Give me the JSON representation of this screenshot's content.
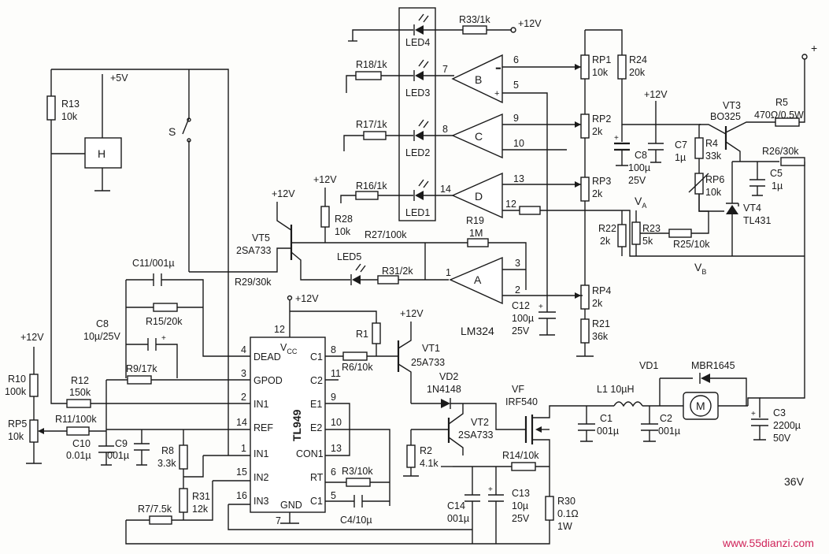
{
  "labels": {
    "r33": "R33/1k",
    "v12_top": "+12V",
    "led4": "LED4",
    "r18": "R18/1k",
    "led3": "LED3",
    "comp_b": "B",
    "pin7": "7",
    "pin6": "6",
    "pin5": "5",
    "r17": "R17/1k",
    "led2": "LED2",
    "comp_c": "C",
    "pin8": "8",
    "pin9": "9",
    "pin10": "10",
    "r16": "R16/1k",
    "led1": "LED1",
    "comp_d": "D",
    "pin14": "14",
    "pin13": "13",
    "pin12": "12",
    "rp1": "RP1",
    "rp1v": "10k",
    "r24": "R24",
    "r24v": "20k",
    "rp2": "RP2",
    "rp2v": "2k",
    "rp3": "RP3",
    "rp3v": "2k",
    "r22": "R22",
    "r22v": "2k",
    "r23": "R23",
    "r23v": "5k",
    "r25": "R25/10k",
    "va": "V",
    "va_sub": "A",
    "vb": "V",
    "vb_sub": "B",
    "v12_c8": "+12V",
    "c8": "C8",
    "c8v": "100µ",
    "c8v2": "25V",
    "c7": "C7",
    "c7v": "1µ",
    "r4": "R4",
    "r4v": "33k",
    "rp6": "RP6",
    "rp6v": "10k",
    "vt3": "VT3",
    "vt3v": "BO325",
    "r5": "R5",
    "r5v": "470Ω/0.5W",
    "r26": "R26/30k",
    "c5": "C5",
    "c5v": "1µ",
    "vt4": "VT4",
    "vt4v": "TL431",
    "r13": "R13",
    "r13v": "10k",
    "v5": "+5V",
    "hall": "H",
    "sw": "S",
    "v12_vt5": "+12V",
    "v12_r28": "+12V",
    "r28": "R28",
    "r28v": "10k",
    "vt5": "VT5",
    "vt5v": "2SA733",
    "r27": "R27/100k",
    "r19": "R19",
    "r19v": "1M",
    "led5": "LED5",
    "r31a": "R31/2k",
    "comp_a": "A",
    "pin1": "1",
    "pin3": "3",
    "pin2": "2",
    "r29": "R29/30k",
    "c11": "C11/001µ",
    "r15": "R15/20k",
    "c8b": "C8",
    "c8bv": "10µ/25V",
    "c12": "C12",
    "c12v": "100µ",
    "c12v2": "25V",
    "lm324": "LM324",
    "rp4": "RP4",
    "rp4v": "2k",
    "r21": "R21",
    "r21v": "36k",
    "v12_tl": "+12V",
    "tl949": "TL949",
    "vcc": "V",
    "vcc_sub": "CC",
    "p_dead": "DEAD",
    "p_gpod": "GPOD",
    "p_in1a": "IN1",
    "p_ref": "REF",
    "p_in1b": "IN1",
    "p_in2": "IN2",
    "p_in3": "IN3",
    "p_gnd": "GND",
    "p_c1a": "C1",
    "p_c2": "C2",
    "p_e1": "E1",
    "p_e2": "E2",
    "p_con1": "CON1",
    "p_rt": "RT",
    "p_c1b": "C1",
    "n12": "12",
    "n4": "4",
    "n3": "3",
    "n2": "2",
    "n14": "14",
    "n1": "1",
    "n15": "15",
    "n16": "16",
    "n7": "7",
    "n8": "8",
    "n11": "11",
    "n9": "9",
    "n10": "10",
    "n13": "13",
    "n6": "6",
    "n5": "5",
    "r1": "R1",
    "r6": "R6/10k",
    "r3": "R3/10k",
    "c4": "C4/10µ",
    "v12_vt1": "+12V",
    "vt1": "VT1",
    "vt1v": "25A733",
    "vd2": "VD2",
    "vd2v": "1N4148",
    "vt2": "VT2",
    "vt2v": "2SA733",
    "r2": "R2",
    "r2v": "4.1k",
    "vf": "VF",
    "vfv": "IRF540",
    "l1": "L1 10µH",
    "c1": "C1",
    "c1v": "001µ",
    "c2": "C2",
    "c2v": "001µ",
    "vd1": "VD1",
    "vd1v": "MBR1645",
    "motor": "M",
    "c3": "C3",
    "c3v": "2200µ",
    "c3v2": "50V",
    "r14": "R14/10k",
    "c14": "C14",
    "c14v": "001µ",
    "c13": "C13",
    "c13v": "10µ",
    "c13v2": "25V",
    "r30": "R30",
    "r30v": "0.1Ω",
    "r30v2": "1W",
    "v12_left": "+12V",
    "r10": "R10",
    "r10v": "100k",
    "rp5": "RP5",
    "rp5v": "10k",
    "r12": "R12",
    "r12v": "150k",
    "r9": "R9/17k",
    "r11": "R11/100k",
    "c10": "C10",
    "c10v": "0.01µ",
    "c9": "C9",
    "c9v": "001µ",
    "r8": "R8",
    "r8v": "3.3k",
    "r31b": "R31",
    "r31bv": "12k",
    "r7": "R7/7.5k",
    "plus_top": "+",
    "v36": "36V",
    "site": "www.55dianzi.com"
  }
}
